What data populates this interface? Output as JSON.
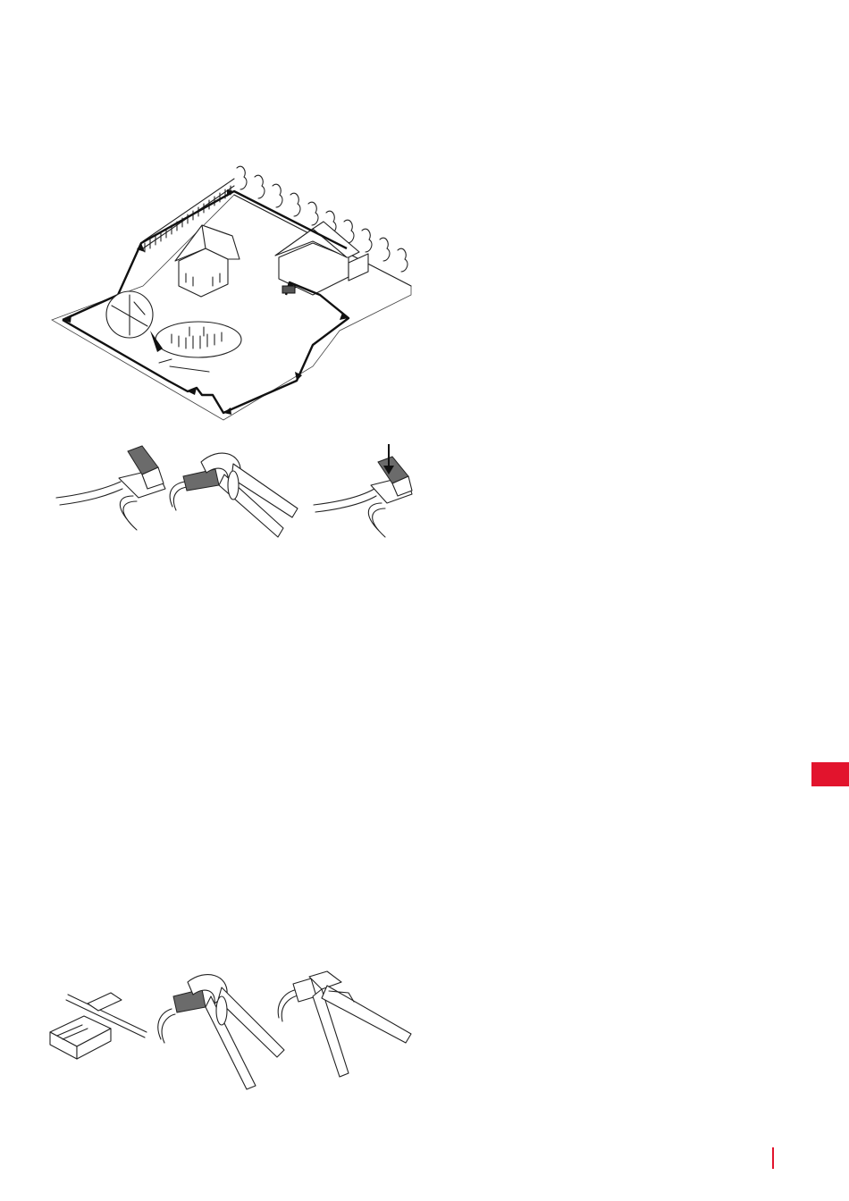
{
  "colors": {
    "accent": "#e2142d",
    "line": "#222222",
    "fill_grey": "#6b6b6b"
  },
  "figures": {
    "garden_layout": "boundary-wire-garden-layout-illustration",
    "connector_steps": "wire-connector-assembly-steps-illustration",
    "splice_steps": "wire-splice-tools-illustration"
  },
  "side_tab": {
    "color": "#e2142d"
  },
  "page_marker": {
    "color": "#e2142d"
  }
}
